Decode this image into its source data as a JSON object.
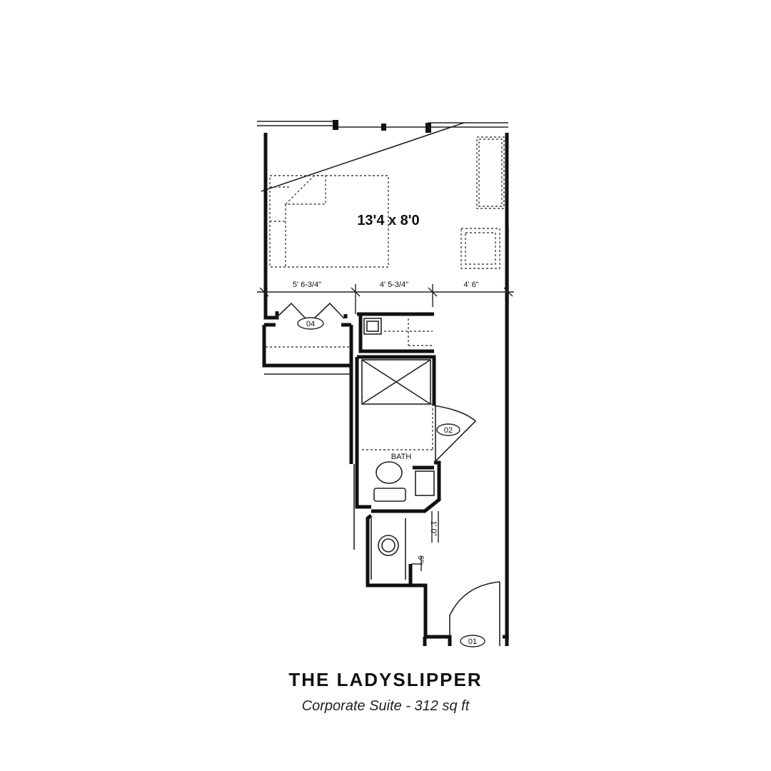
{
  "plan": {
    "room_dimension": "13'4 x 8'0",
    "dimensions": [
      "5' 6-3/4\"",
      "4' 5-3/4\"",
      "4' 6\"",
      "1' 0\"",
      "6\""
    ],
    "room_label_bath": "BATH",
    "door_tags": [
      "04",
      "02",
      "01"
    ]
  },
  "caption": {
    "title": "THE LADYSLIPPER",
    "subtitle": "Corporate Suite - 312 sq ft"
  }
}
